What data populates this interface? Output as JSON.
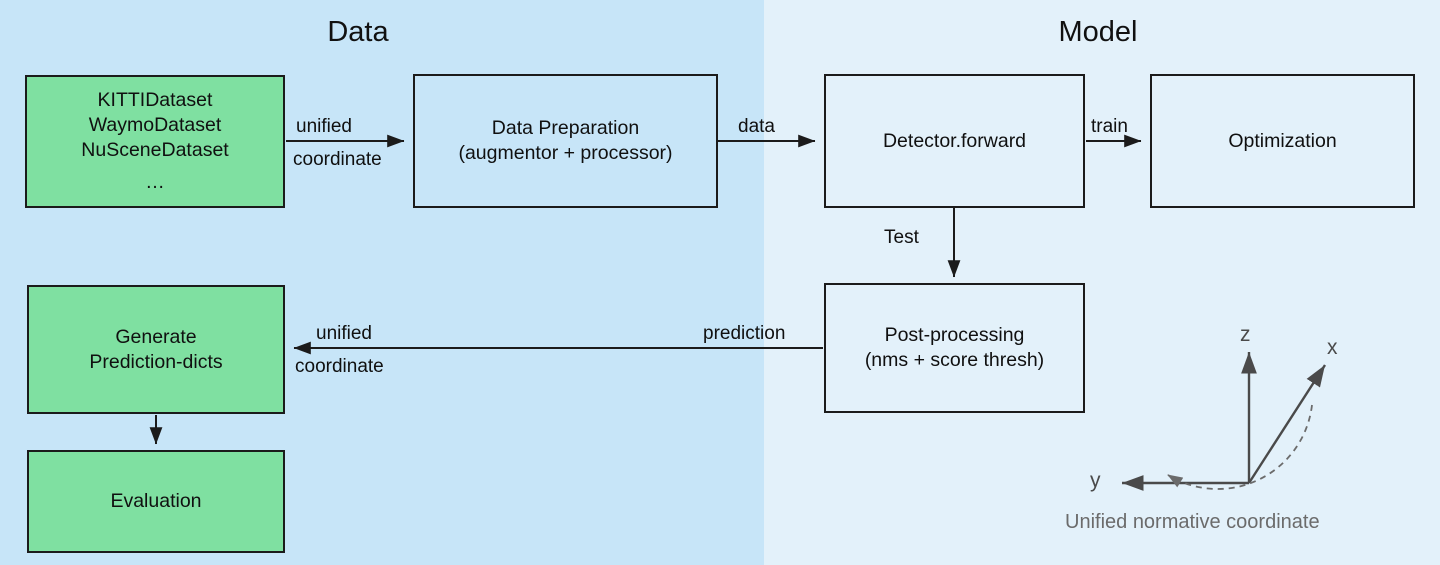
{
  "sections": {
    "data": {
      "title": "Data"
    },
    "model": {
      "title": "Model"
    }
  },
  "colors": {
    "data_background": "#c7e5f8",
    "model_background": "#e3f1fa",
    "dataset_node_fill": "#7fe0a1",
    "node_border": "#1b1b1b",
    "coordinate_axis": "#4a4a4a",
    "coordinate_caption": "#6b6b6b"
  },
  "nodes": {
    "datasets": {
      "lines": [
        "KITTIDataset",
        "WaymoDataset",
        "NuSceneDataset",
        "…"
      ]
    },
    "data_preparation": {
      "lines": [
        "Data Preparation",
        "(augmentor + processor)"
      ]
    },
    "detector_forward": {
      "lines": [
        "Detector.forward"
      ]
    },
    "optimization": {
      "lines": [
        "Optimization"
      ]
    },
    "post_processing": {
      "lines": [
        "Post-processing",
        "(nms + score thresh)"
      ]
    },
    "generate_prediction_dicts": {
      "lines": [
        "Generate",
        "Prediction-dicts"
      ]
    },
    "evaluation": {
      "lines": [
        "Evaluation"
      ]
    }
  },
  "edges": {
    "datasets_to_prep": {
      "line1": "unified",
      "line2": "coordinate"
    },
    "prep_to_detector": {
      "line1": "data"
    },
    "detector_to_optimization": {
      "line1": "train"
    },
    "detector_to_postprocessing": {
      "line1": "Test"
    },
    "postprocessing_to_generate": {
      "line1": "prediction"
    },
    "postprocessing_to_generate_2": {
      "line1": "unified",
      "line2": "coordinate"
    }
  },
  "coordinate_system": {
    "caption": "Unified normative coordinate",
    "axes": {
      "z": "z",
      "x": "x",
      "y": "y"
    }
  }
}
